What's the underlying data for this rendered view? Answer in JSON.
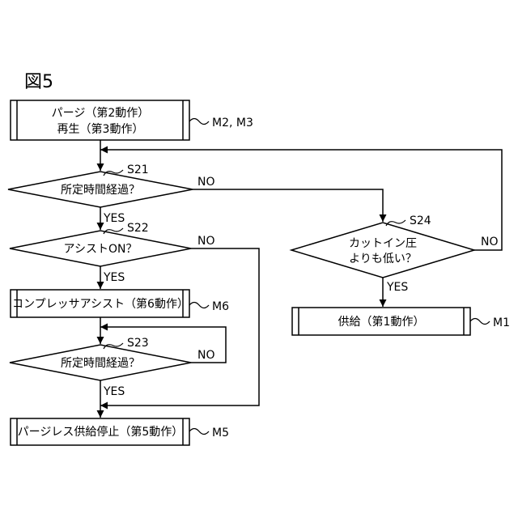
{
  "figure_label": "図5",
  "boxes": {
    "purge": {
      "line1": "パージ（第2動作）",
      "line2": "再生（第3動作）",
      "ref": "M2, M3"
    },
    "compressor_assist": {
      "text": "コンプレッサアシスト（第6動作）",
      "ref": "M6"
    },
    "purge_stop": {
      "text": "パージレス供給停止（第5動作）",
      "ref": "M5"
    },
    "supply": {
      "text": "供給（第1動作）",
      "ref": "M1"
    }
  },
  "decisions": {
    "s21": {
      "step": "S21",
      "text": "所定時間経過？",
      "yes": "YES",
      "no": "NO"
    },
    "s22": {
      "step": "S22",
      "text": "アシストON？",
      "yes": "YES",
      "no": "NO"
    },
    "s23": {
      "step": "S23",
      "text": "所定時間経過？",
      "yes": "YES",
      "no": "NO"
    },
    "s24": {
      "step": "S24",
      "line1": "カットイン圧",
      "line2": "よりも低い？",
      "yes": "YES",
      "no": "NO"
    }
  }
}
